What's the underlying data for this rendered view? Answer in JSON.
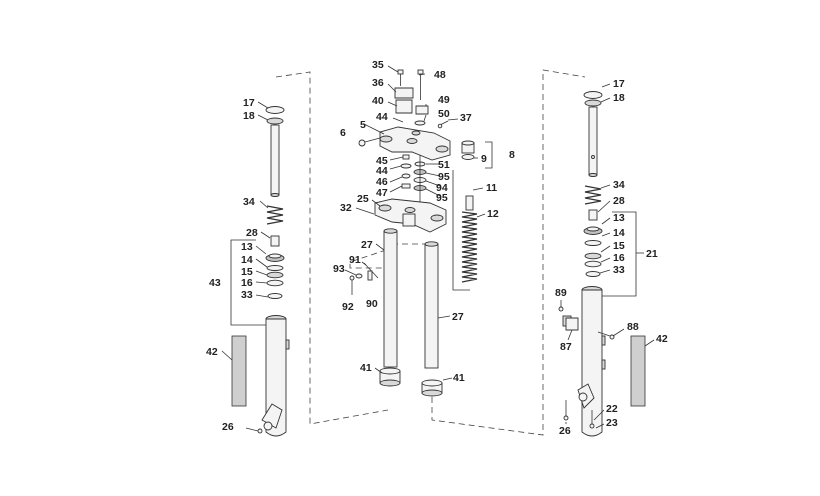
{
  "diagram": {
    "labels": {
      "l17a": "17",
      "l18a": "18",
      "l34a": "34",
      "l28a": "28",
      "l13a": "13",
      "l14a": "14",
      "l15a": "15",
      "l16a": "16",
      "l33a": "33",
      "l43": "43",
      "l42a": "42",
      "l26a": "26",
      "l35": "35",
      "l48": "48",
      "l36": "36",
      "l40": "40",
      "l49": "49",
      "l44a": "44",
      "l50": "50",
      "l5": "5",
      "l37": "37",
      "l6": "6",
      "l8": "8",
      "l9": "9",
      "l45": "45",
      "l51": "51",
      "l44b": "44",
      "l95a": "95",
      "l46": "46",
      "l94": "94",
      "l47": "47",
      "l95b": "95",
      "l11": "11",
      "l25": "25",
      "l32": "32",
      "l12": "12",
      "l27a": "27",
      "l91": "91",
      "l93": "93",
      "l92": "92",
      "l90": "90",
      "l27b": "27",
      "l41a": "41",
      "l41b": "41",
      "l17b": "17",
      "l18b": "18",
      "l34b": "34",
      "l28b": "28",
      "l13b": "13",
      "l14b": "14",
      "l15b": "15",
      "l16b": "16",
      "l33b": "33",
      "l21": "21",
      "l89": "89",
      "l88": "88",
      "l87": "87",
      "l42b": "42",
      "l22": "22",
      "l26b": "26",
      "l23": "23"
    }
  }
}
